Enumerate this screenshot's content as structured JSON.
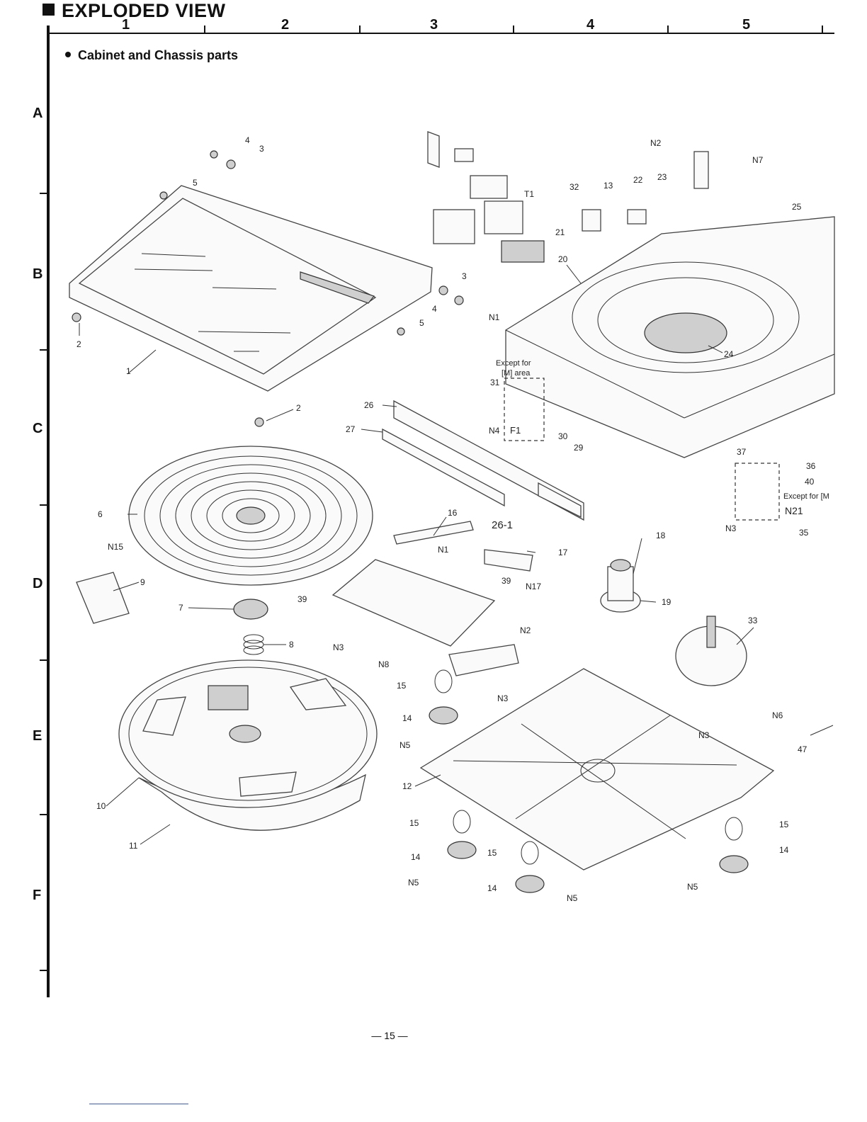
{
  "header": {
    "title": "EXPLODED VIEW",
    "subtitle": "Cabinet and Chassis parts"
  },
  "grid": {
    "columns": [
      "1",
      "2",
      "3",
      "4",
      "5"
    ],
    "rows": [
      "A",
      "B",
      "C",
      "D",
      "E",
      "F"
    ]
  },
  "notes": {
    "except_m_1": "Except for",
    "except_m_2": "[M] area",
    "except_m_3": "Except for [M"
  },
  "footer": {
    "page": "— 15 —"
  },
  "callouts": [
    "1",
    "2",
    "2",
    "3",
    "3",
    "4",
    "4",
    "5",
    "5",
    "6",
    "7",
    "8",
    "9",
    "10",
    "11",
    "12",
    "13",
    "14",
    "14",
    "14",
    "14",
    "14",
    "15",
    "15",
    "15",
    "15",
    "15",
    "16",
    "17",
    "18",
    "19",
    "20",
    "21",
    "22",
    "23",
    "24",
    "25",
    "26",
    "26-1",
    "27",
    "29",
    "30",
    "31",
    "32",
    "33",
    "35",
    "36",
    "37",
    "39",
    "39",
    "40",
    "47",
    "F1",
    "T1",
    "N1",
    "N1",
    "N2",
    "N2",
    "N3",
    "N3",
    "N3",
    "N3",
    "N3",
    "N4",
    "N5",
    "N5",
    "N5",
    "N5",
    "N5",
    "N6",
    "N7",
    "N8",
    "N15",
    "N17",
    "N21"
  ]
}
